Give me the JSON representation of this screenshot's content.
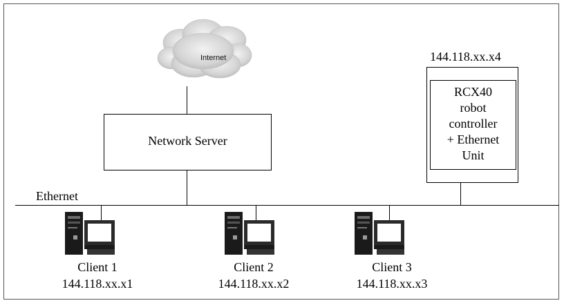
{
  "internet": {
    "label": "Internet"
  },
  "server": {
    "label": "Network Server"
  },
  "controller": {
    "ip": "144.118.xx.x4",
    "lines": [
      "RCX40",
      "robot",
      "controller",
      "+ Ethernet",
      "Unit"
    ]
  },
  "network": {
    "label": "Ethernet"
  },
  "clients": [
    {
      "name": "Client 1",
      "ip": "144.118.xx.x1"
    },
    {
      "name": "Client 2",
      "ip": "144.118.xx.x2"
    },
    {
      "name": "Client 3",
      "ip": "144.118.xx.x3"
    }
  ]
}
